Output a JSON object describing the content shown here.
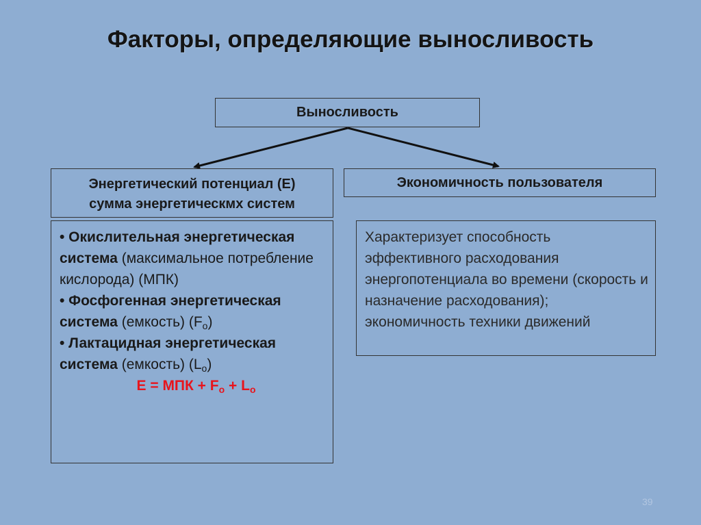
{
  "title": "Факторы, определяющие выносливость",
  "root": "Выносливость",
  "left_header": {
    "line1": "Энергетический потенциал (Е)",
    "line2": "сумма энергетическмх систем"
  },
  "right_header": "Экономичность пользователя",
  "left_body": {
    "item1_bold": "• Окислительная энергетическая система",
    "item1_text": "(максимальное потребление кислорода) (МПК)",
    "item2_bold": "• Фосфогенная энергетическая система",
    "item2_text": "(емкость)  (F",
    "item2_sub": "o",
    "item2_close": ")",
    "item3_bold": "• Лактацидная энергетическая система",
    "item3_text": " (емкость) (L",
    "item3_sub": "o",
    "item3_close": ")",
    "formula": {
      "part1": "Е = МПК + F",
      "sub1": "o",
      "part2": " + L",
      "sub2": "o"
    }
  },
  "right_body": "Характеризует способность эффективного расходования энергопотенциала во времени (скорость и назначение расходования); экономичность техники движений",
  "page_number": "39",
  "colors": {
    "background": "#8eadd2",
    "formula": "#e8141c"
  }
}
